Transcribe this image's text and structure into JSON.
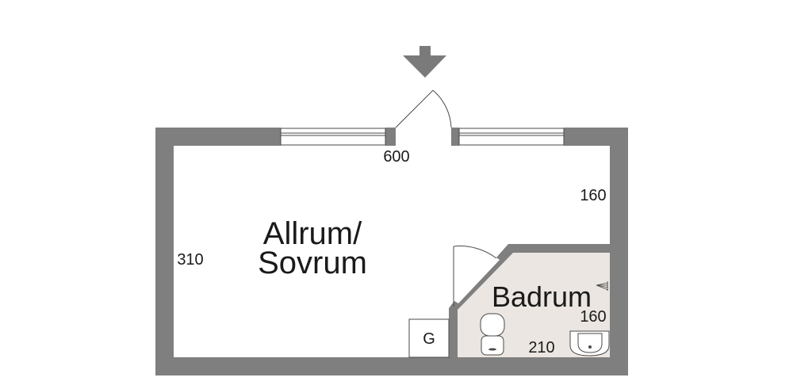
{
  "rooms": {
    "living_line1": "Allrum/",
    "living_line2": "Sovrum",
    "bathroom": "Badrum"
  },
  "dimensions": {
    "top_width": "600",
    "right_upper": "160",
    "left_height": "310",
    "bath_height": "160",
    "bath_width": "210"
  },
  "fixtures": {
    "g_box": "G"
  },
  "icons": {
    "entrance": "arrow-down-icon",
    "toilet": "toilet-icon",
    "sink": "sink-icon",
    "vent": "vent-icon"
  },
  "colors": {
    "wall": "#7f7f7f",
    "bath_floor": "#ebe6e1",
    "line": "#4a4a4a"
  }
}
